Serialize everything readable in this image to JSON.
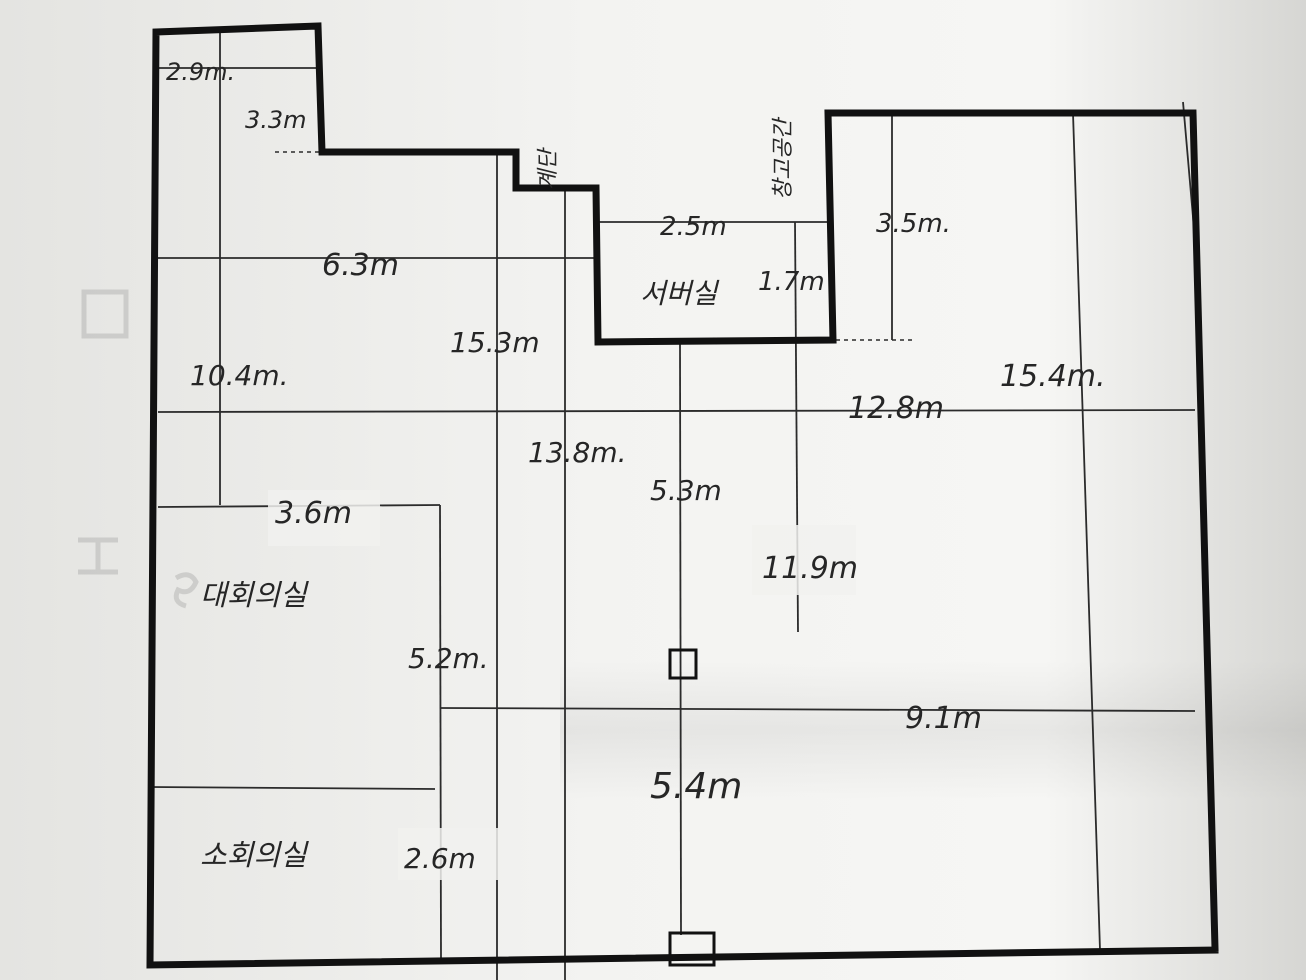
{
  "plan": {
    "rooms": {
      "server_room": "서버실",
      "large_meeting_room": "대회의실",
      "small_meeting_room": "소회의실"
    },
    "vertical_labels": {
      "stairs": "계단",
      "storage_closet": "창고공간"
    },
    "dimensions": {
      "d_2_9": "2.9m.",
      "d_3_3": "3.3m",
      "d_6_3": "6.3m",
      "d_15_3": "15.3m",
      "d_10_4": "10.4m.",
      "d_2_5": "2.5m",
      "d_1_7": "1.7m",
      "d_3_5": "3.5m.",
      "d_15_4": "15.4m.",
      "d_12_8": "12.8m",
      "d_13_8": "13.8m.",
      "d_5_3": "5.3m",
      "d_3_6": "3.6m",
      "d_11_9": "11.9m",
      "d_5_2": "5.2m.",
      "d_9_1": "9.1m",
      "d_5_4": "5.4m",
      "d_2_6": "2.6m"
    },
    "colors": {
      "paper": "#f2f2f0",
      "ink": "#111111",
      "background": "#d9d9d6"
    }
  }
}
